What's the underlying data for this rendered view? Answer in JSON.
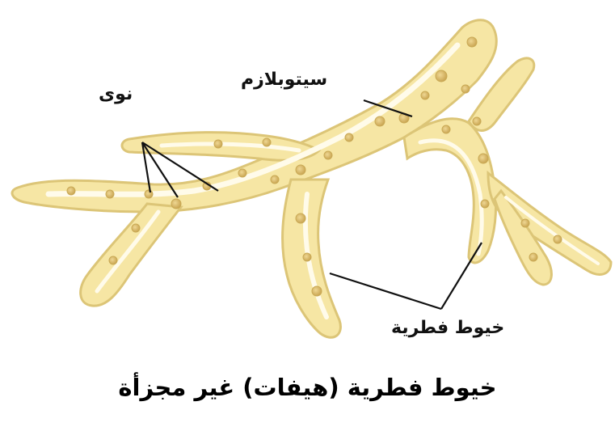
{
  "colors": {
    "hypha_fill": "#f6e6a4",
    "hypha_edge": "#dcc577",
    "cytoplasm_streak": "#fffbea",
    "nucleus": "#d7b767",
    "leader_line": "#111111"
  },
  "labels": {
    "nuclei": "نوى",
    "cytoplasm": "سيتوبلازم",
    "hyphae": "خيوط فطرية"
  },
  "caption": "خيوط فطرية (هيفات) غير مجزأة"
}
